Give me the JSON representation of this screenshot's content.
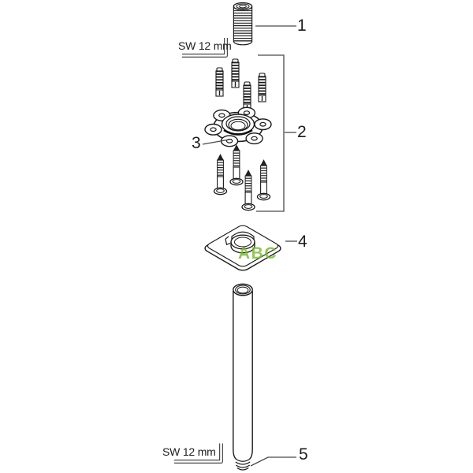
{
  "diagram": {
    "callouts": [
      {
        "number": "1"
      },
      {
        "number": "2"
      },
      {
        "number": "3"
      },
      {
        "number": "4"
      },
      {
        "number": "5"
      }
    ],
    "annotations": {
      "wrench_top": "SW 12 mm",
      "wrench_bottom": "SW 12 mm"
    },
    "watermark": {
      "text": "ABC",
      "color": "#76b82a"
    },
    "colors": {
      "line": "#1a1a1a",
      "label": "#1c1c1c",
      "leader": "#4a4a4a"
    }
  }
}
